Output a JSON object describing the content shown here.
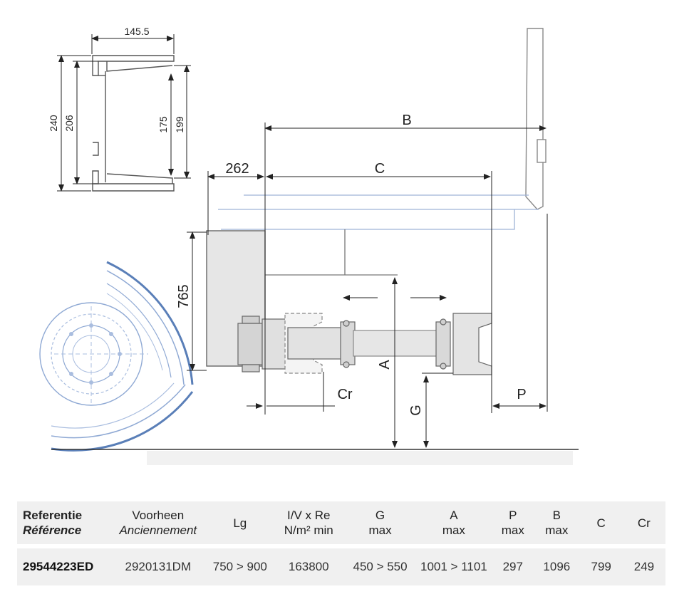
{
  "drawing": {
    "profile_dims": {
      "width": "145.5",
      "h_outer": "240",
      "h_inner": "206",
      "h_right_inner": "175",
      "h_right_outer": "199"
    },
    "labels": {
      "B": "B",
      "C": "C",
      "offset": "262",
      "height": "765",
      "A": "A",
      "G": "G",
      "Cr": "Cr",
      "P": "P"
    }
  },
  "table": {
    "headers": {
      "ref_nl": "Referentie",
      "ref_fr": "Référence",
      "prev_nl": "Voorheen",
      "prev_fr": "Anciennement",
      "lg": "Lg",
      "iv_1": "I/V x Re",
      "iv_2": "N/m² min",
      "g_1": "G",
      "g_2": "max",
      "a_1": "A",
      "a_2": "max",
      "p_1": "P",
      "p_2": "max",
      "b_1": "B",
      "b_2": "max",
      "c": "C",
      "cr": "Cr"
    },
    "row": {
      "ref": "29544223ED",
      "prev": "2920131DM",
      "lg": "750 > 900",
      "iv": "163800",
      "g": "450 > 550",
      "a": "1001 > 1101",
      "p": "297",
      "b": "1096",
      "c": "799",
      "cr": "249"
    }
  }
}
